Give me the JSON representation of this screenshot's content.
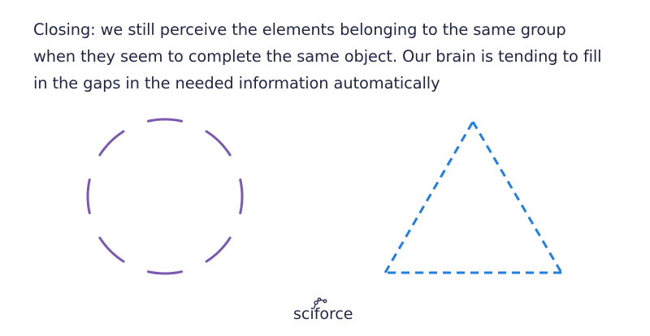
{
  "caption": {
    "line_1": "Closing: we still perceive the elements belonging to the same group",
    "line_2": "when they seem to complete the same object. Our brain is tending to fill",
    "line_3": "in the gaps in the needed information automatically"
  },
  "shapes": {
    "circle": {
      "color": "#7b59b0",
      "segments": 8
    },
    "triangle": {
      "color": "#1f7fe6",
      "style": "dashed"
    }
  },
  "brand": {
    "name": "sciforce",
    "text_color": "#1f2547",
    "accent": "#1f2547"
  }
}
